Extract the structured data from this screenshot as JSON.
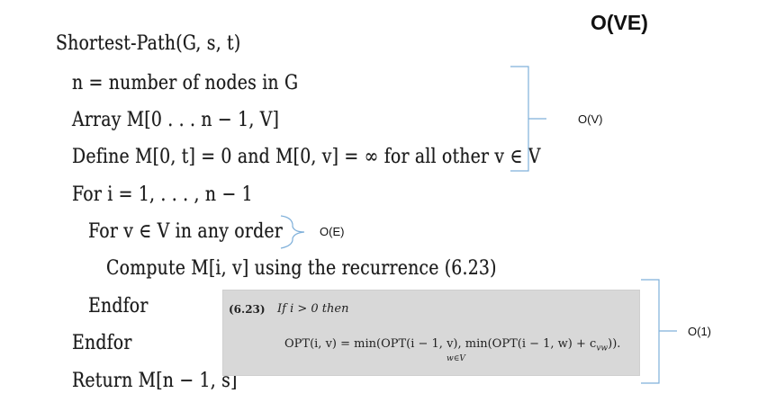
{
  "title": "O(VE)",
  "algorithm": {
    "header": "Shortest-Path(G, s, t)",
    "lines": [
      "n = number of nodes in G",
      "Array M[0 . . . n − 1, V]",
      "Define M[0, t] = 0 and M[0, v] = ∞ for all other v ∈ V",
      "For i = 1, . . . , n − 1",
      "For v ∈ V in any order",
      "Compute M[i, v] using the recurrence (6.23)",
      "Endfor",
      "Endfor",
      "Return M[n − 1, s]"
    ]
  },
  "annotations": {
    "init_cost": "O(V)",
    "inner_loop_cost": "O(E)",
    "recurrence_cost": "O(1)"
  },
  "recurrence": {
    "number": "(6.23)",
    "condition": "If i > 0 then",
    "formula": "OPT(i, v) = min(OPT(i − 1, v), min(OPT(i − 1, w) + c",
    "cost_subscript": "vw",
    "formula_end": ")).",
    "min_subscript": "w∈V"
  },
  "colors": {
    "brace": "#7fb0da",
    "box_fill": "#d8d8d8",
    "text": "#1c1c1c"
  }
}
